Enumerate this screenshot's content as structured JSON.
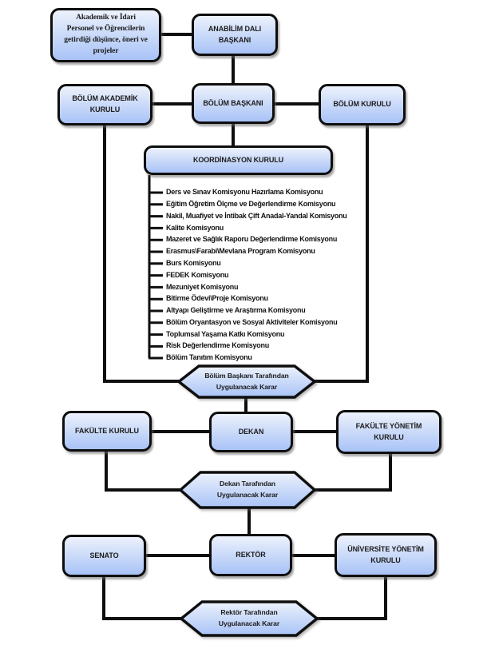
{
  "diagram": {
    "idea_box": {
      "label": "Akademik ve İdari\nPersonel ve Öğrencilerin\ngetirdiği düşünce, öneri ve\nprojeler"
    },
    "anabilim_dali_baskani": {
      "label": "ANABİLİM DALI\nBAŞKANI"
    },
    "bolum_akademik_kurulu": {
      "label": "BÖLÜM AKADEMİK\nKURULU"
    },
    "bolum_baskani": {
      "label": "BÖLÜM BAŞKANI"
    },
    "bolum_kurulu": {
      "label": "BÖLÜM KURULU"
    },
    "koordinasyon_kurulu": {
      "label": "KOORDİNASYON KURULU"
    },
    "commissions": [
      "Ders ve Sınav Komisyonu Hazırlama Komisyonu",
      "Eğitim Öğretim Ölçme ve Değerlendirme Komisyonu",
      "Nakil, Muafiyet ve İntibak Çift Anadal-Yandal Komisyonu",
      "Kalite Komisyonu",
      "Mazeret ve Sağlık Raporu Değerlendirme Komisyonu",
      "Erasmus\\Farabi\\Mevlana Program Komisyonu",
      "Burs Komisyonu",
      "FEDEK Komisyonu",
      "Mezuniyet Komisyonu",
      "Bitirme Ödevi\\Proje Komisyonu",
      "Altyapı Geliştirme ve Araştırma Komisyonu",
      "Bölüm Oryantasyon ve Sosyal Aktiviteler Komisyonu",
      "Toplumsal Yaşama Katkı Komisyonu",
      "Risk Değerlendirme Komisyonu",
      "Bölüm Tanıtım Komisyonu"
    ],
    "bolum_karar": {
      "label": "Bölüm Başkanı Tarafından\nUygulanacak Karar"
    },
    "fakulte_kurulu": {
      "label": "FAKÜLTE KURULU"
    },
    "dekan": {
      "label": "DEKAN"
    },
    "fakulte_yonetim_kurulu": {
      "label": "FAKÜLTE YÖNETİM\nKURULU"
    },
    "dekan_karar": {
      "label": "Dekan Tarafından\nUygulanacak Karar"
    },
    "senato": {
      "label": "SENATO"
    },
    "rektor": {
      "label": "REKTÖR"
    },
    "universite_yonetim_kurulu": {
      "label": "ÜNİVERSİTE YÖNETİM\nKURULU"
    },
    "rektor_karar": {
      "label": "Rektör Tarafından\nUygulanacak Karar"
    }
  },
  "colors": {
    "node_fill_top": "#edf2fc",
    "node_fill_bottom": "#a9c3f7",
    "border": "#0e0e0e",
    "text": "#1c1c1c"
  }
}
